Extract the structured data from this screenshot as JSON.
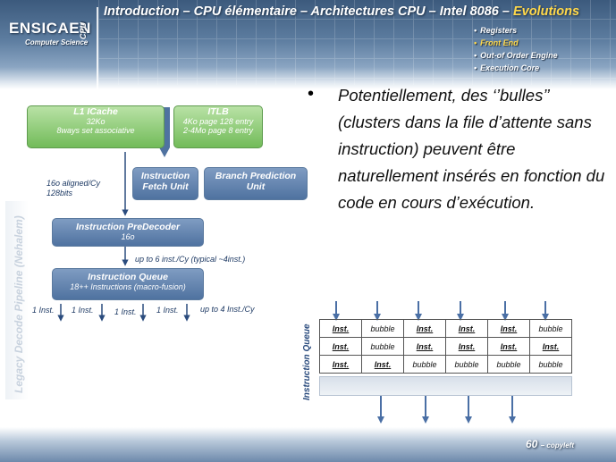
{
  "header": {
    "logo": "ENSICAEN",
    "logo_sub": "Computer Science",
    "section": "CPU",
    "title_main": "Introduction – CPU élémentaire – Architectures CPU – Intel 8086 – ",
    "title_highlight": "Evolutions",
    "agenda": [
      "Registers",
      "Front End",
      "Out-of Order Engine",
      "Execution Core"
    ],
    "agenda_active_index": 1
  },
  "bullet": "Potentiellement, des ‘’bulles’’ (clusters dans la file d’attente sans instruction) peuvent être naturellement insérés en fonction du code en cours d’exécution.",
  "diagram": {
    "pipeline_label": "Legacy Decode Pipeline  (Nehalem)",
    "l1icache": {
      "title": "L1 ICache",
      "lines": [
        "32Ko",
        "8ways set associative"
      ]
    },
    "itlb": {
      "title": "ITLB",
      "lines": [
        "4Ko page 128 entry",
        "2-4Mo page 8 entry"
      ]
    },
    "fetch_note": [
      "16o aligned/Cy",
      "128bits"
    ],
    "fetch_unit": {
      "title": "Instruction",
      "title2": "Fetch Unit"
    },
    "branch_unit": {
      "title": "Branch Prediction",
      "title2": "Unit"
    },
    "predecoder": {
      "title": "Instruction PreDecoder",
      "line": "16o"
    },
    "predecoder_note": "up to 6 inst./Cy (typical ~4inst.)",
    "queue": {
      "title": "Instruction Queue",
      "line": "18++ Instructions (macro-fusion)"
    },
    "queue_outputs": [
      "1 Inst.",
      "1 Inst.",
      "1 Inst.",
      "1 Inst."
    ],
    "queue_note": "up to 4 Inst./Cy"
  },
  "table": {
    "label": "Instruction Queue",
    "rows": [
      [
        "Inst.",
        "bubble",
        "Inst.",
        "Inst.",
        "Inst.",
        "bubble"
      ],
      [
        "Inst.",
        "bubble",
        "Inst.",
        "Inst.",
        "Inst.",
        "Inst."
      ],
      [
        "Inst.",
        "Inst.",
        "bubble",
        "bubble",
        "bubble",
        "bubble"
      ]
    ]
  },
  "footer": {
    "page": "60",
    "suffix": "– copyleft"
  },
  "colors": {
    "header_dark": "#3c5a7d",
    "highlight": "#ffd84a",
    "box_blue": "#4f72a0",
    "box_green": "#72bb59",
    "arrow": "#2b4c7e"
  }
}
